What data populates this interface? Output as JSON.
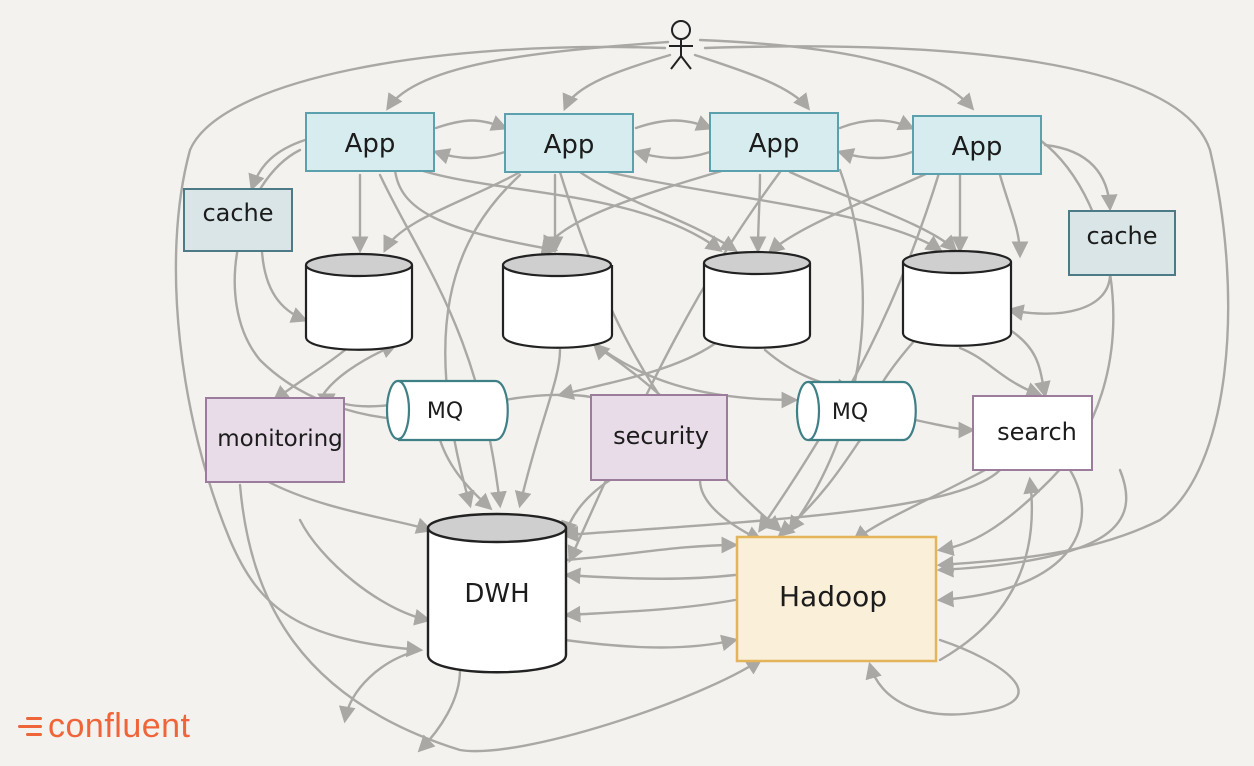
{
  "nodes": {
    "user": {
      "icon": "stick-figure-icon"
    },
    "apps": [
      "App",
      "App",
      "App",
      "App"
    ],
    "caches": [
      "cache",
      "cache"
    ],
    "databases_count_label": "",
    "mq": [
      "MQ",
      "MQ"
    ],
    "monitoring": "monitoring",
    "security": "security",
    "search": "search",
    "dwh": "DWH",
    "hadoop": "Hadoop"
  },
  "colors": {
    "app_fill": "#d6ecee",
    "app_stroke": "#5aa0ad",
    "cache_fill": "#d9e5e6",
    "cache_stroke": "#4c7a86",
    "purple_fill": "#e7dce7",
    "purple_stroke": "#9b7c9b",
    "hadoop_fill": "#faefd9",
    "hadoop_stroke": "#e3b45a",
    "mq_stroke": "#3f7f86",
    "arrow": "#a9a8a4",
    "brand": "#f0643a"
  },
  "brand": {
    "text": "confluent",
    "icon": "confluent-logo-icon"
  }
}
